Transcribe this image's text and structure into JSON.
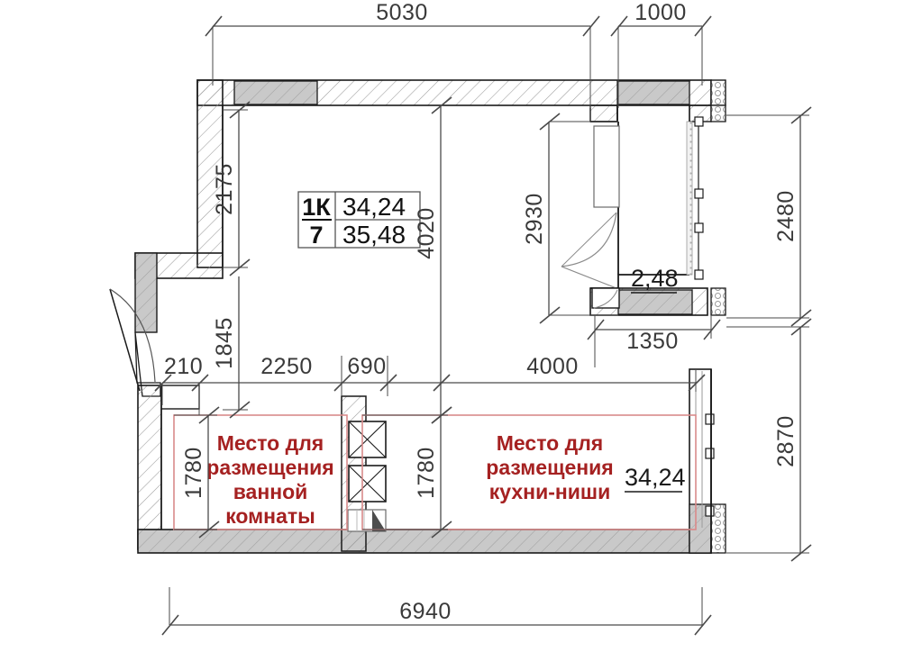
{
  "plan": {
    "type": "apartment-floor-plan",
    "info_box": {
      "apartment_type": "1К",
      "apartment_number": "7",
      "area_living": "34,24",
      "area_total": "35,48"
    },
    "rooms": [
      {
        "name": "kitchen-niche",
        "label_lines": [
          "Место для",
          "размещения",
          "кухни-ниши"
        ],
        "area": "34,24"
      },
      {
        "name": "bathroom",
        "label_lines": [
          "Место для",
          "размещения",
          "ванной",
          "комнаты"
        ],
        "area": ""
      },
      {
        "name": "balcony",
        "label_lines": [],
        "area": "2,48"
      }
    ],
    "dimensions": {
      "top": [
        {
          "value": "5030",
          "id": "dim-top-5030"
        },
        {
          "value": "1000",
          "id": "dim-top-1000"
        }
      ],
      "left": [
        {
          "value": "2175",
          "id": "dim-left-2175"
        },
        {
          "value": "1845",
          "id": "dim-left-1845"
        },
        {
          "value": "1780",
          "id": "dim-left-1780"
        }
      ],
      "right": [
        {
          "value": "2480",
          "id": "dim-right-2480"
        },
        {
          "value": "2870",
          "id": "dim-right-2870"
        }
      ],
      "interior": [
        {
          "value": "4020",
          "id": "dim-int-4020"
        },
        {
          "value": "2930",
          "id": "dim-int-2930"
        },
        {
          "value": "1780",
          "id": "dim-int-1780-right"
        },
        {
          "value": "210",
          "id": "dim-mid-210"
        },
        {
          "value": "2250",
          "id": "dim-mid-2250"
        },
        {
          "value": "690",
          "id": "dim-mid-690"
        },
        {
          "value": "4000",
          "id": "dim-mid-4000"
        },
        {
          "value": "1350",
          "id": "dim-mid-1350"
        }
      ],
      "bottom": [
        {
          "value": "6940",
          "id": "dim-bottom-6940"
        }
      ]
    },
    "colors": {
      "wall_outline": "#1a1a1a",
      "wall_hatch": "#8a8a8a",
      "wall_fill_gray": "#c8c8c8",
      "dimension_line": "#4a4a4a",
      "room_label": "#a52121",
      "room_outline_red": "#d98a8a",
      "background": "#ffffff"
    }
  }
}
